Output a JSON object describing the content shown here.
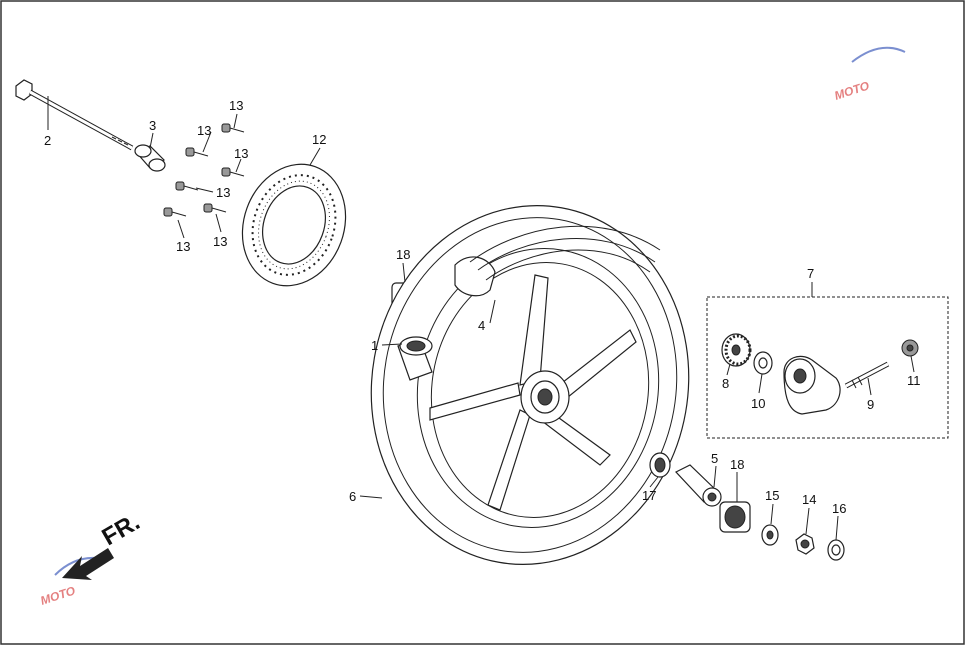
{
  "diagram": {
    "watermark_text": "MOTO",
    "direction_label": "FR.",
    "callouts": {
      "c1": "1",
      "c2": "2",
      "c3": "3",
      "c4": "4",
      "c5": "5",
      "c6": "6",
      "c7": "7",
      "c8": "8",
      "c9": "9",
      "c10": "10",
      "c11": "11",
      "c12": "12",
      "c13a": "13",
      "c13b": "13",
      "c13c": "13",
      "c13d": "13",
      "c13e": "13",
      "c13f": "13",
      "c14": "14",
      "c15": "15",
      "c16": "16",
      "c17": "17",
      "c18a": "18",
      "c18b": "18"
    }
  }
}
